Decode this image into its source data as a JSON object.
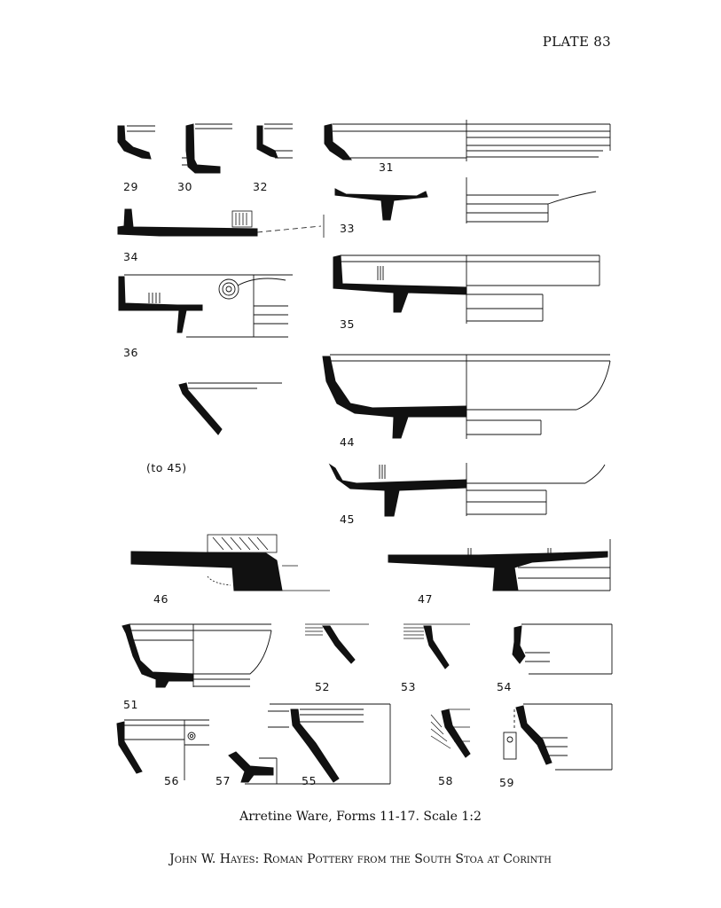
{
  "plate_label": "PLATE 83",
  "caption": "Arretine Ware, Forms 11-17. Scale 1:2",
  "author_line": "John W. Hayes: Roman Pottery from the South Stoa at Corinth",
  "figures": [
    {
      "id": "fig-29",
      "label": "29"
    },
    {
      "id": "fig-30",
      "label": "30"
    },
    {
      "id": "fig-32",
      "label": "32"
    },
    {
      "id": "fig-31",
      "label": "31"
    },
    {
      "id": "fig-33",
      "label": "33"
    },
    {
      "id": "fig-34",
      "label": "34"
    },
    {
      "id": "fig-35",
      "label": "35"
    },
    {
      "id": "fig-36",
      "label": "36"
    },
    {
      "id": "fig-44",
      "label": "44"
    },
    {
      "id": "fig-to45",
      "label": "(to 45)"
    },
    {
      "id": "fig-45",
      "label": "45"
    },
    {
      "id": "fig-46",
      "label": "46"
    },
    {
      "id": "fig-47",
      "label": "47"
    },
    {
      "id": "fig-51",
      "label": "51"
    },
    {
      "id": "fig-52",
      "label": "52"
    },
    {
      "id": "fig-53",
      "label": "53"
    },
    {
      "id": "fig-54",
      "label": "54"
    },
    {
      "id": "fig-56",
      "label": "56"
    },
    {
      "id": "fig-57",
      "label": "57"
    },
    {
      "id": "fig-55",
      "label": "55"
    },
    {
      "id": "fig-58",
      "label": "58"
    },
    {
      "id": "fig-59",
      "label": "59"
    }
  ]
}
